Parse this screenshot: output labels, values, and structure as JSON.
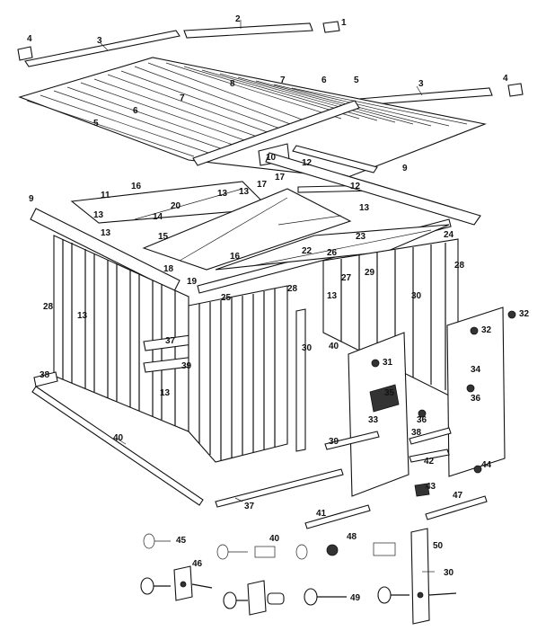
{
  "labels": [
    {
      "id": "l1",
      "text": "1"
    },
    {
      "id": "l2",
      "text": "2"
    },
    {
      "id": "l3a",
      "text": "3"
    },
    {
      "id": "l3b",
      "text": "3"
    },
    {
      "id": "l4a",
      "text": "4"
    },
    {
      "id": "l4b",
      "text": "4"
    },
    {
      "id": "l5a",
      "text": "5"
    },
    {
      "id": "l5b",
      "text": "5"
    },
    {
      "id": "l6a",
      "text": "6"
    },
    {
      "id": "l6b",
      "text": "6"
    },
    {
      "id": "l7a",
      "text": "7"
    },
    {
      "id": "l7b",
      "text": "7"
    },
    {
      "id": "l8",
      "text": "8"
    },
    {
      "id": "l9a",
      "text": "9"
    },
    {
      "id": "l9b",
      "text": "9"
    },
    {
      "id": "l10",
      "text": "10"
    },
    {
      "id": "l11",
      "text": "11"
    },
    {
      "id": "l12a",
      "text": "12"
    },
    {
      "id": "l12b",
      "text": "12"
    },
    {
      "id": "l13a",
      "text": "13"
    },
    {
      "id": "l13b",
      "text": "13"
    },
    {
      "id": "l13c",
      "text": "13"
    },
    {
      "id": "l13d",
      "text": "13"
    },
    {
      "id": "l13e",
      "text": "13"
    },
    {
      "id": "l13f",
      "text": "13"
    },
    {
      "id": "l13g",
      "text": "13"
    },
    {
      "id": "l13h",
      "text": "13"
    },
    {
      "id": "l14",
      "text": "14"
    },
    {
      "id": "l15",
      "text": "15"
    },
    {
      "id": "l16a",
      "text": "16"
    },
    {
      "id": "l16b",
      "text": "16"
    },
    {
      "id": "l17a",
      "text": "17"
    },
    {
      "id": "l17b",
      "text": "17"
    },
    {
      "id": "l18",
      "text": "18"
    },
    {
      "id": "l19",
      "text": "19"
    },
    {
      "id": "l20",
      "text": "20"
    },
    {
      "id": "l22",
      "text": "22"
    },
    {
      "id": "l23",
      "text": "23"
    },
    {
      "id": "l24",
      "text": "24"
    },
    {
      "id": "l25",
      "text": "25"
    },
    {
      "id": "l26",
      "text": "26"
    },
    {
      "id": "l27",
      "text": "27"
    },
    {
      "id": "l28a",
      "text": "28"
    },
    {
      "id": "l28b",
      "text": "28"
    },
    {
      "id": "l28c",
      "text": "28"
    },
    {
      "id": "l29",
      "text": "29"
    },
    {
      "id": "l30a",
      "text": "30"
    },
    {
      "id": "l30b",
      "text": "30"
    },
    {
      "id": "l30c",
      "text": "30"
    },
    {
      "id": "l31",
      "text": "31"
    },
    {
      "id": "l32a",
      "text": "32"
    },
    {
      "id": "l32b",
      "text": "32"
    },
    {
      "id": "l33",
      "text": "33"
    },
    {
      "id": "l34",
      "text": "34"
    },
    {
      "id": "l35",
      "text": "35"
    },
    {
      "id": "l36a",
      "text": "36"
    },
    {
      "id": "l36b",
      "text": "36"
    },
    {
      "id": "l37a",
      "text": "37"
    },
    {
      "id": "l37b",
      "text": "37"
    },
    {
      "id": "l38a",
      "text": "38"
    },
    {
      "id": "l38b",
      "text": "38"
    },
    {
      "id": "l39a",
      "text": "39"
    },
    {
      "id": "l39b",
      "text": "39"
    },
    {
      "id": "l40a",
      "text": "40"
    },
    {
      "id": "l40b",
      "text": "40"
    },
    {
      "id": "l40c",
      "text": "40"
    },
    {
      "id": "l41",
      "text": "41"
    },
    {
      "id": "l42",
      "text": "42"
    },
    {
      "id": "l43",
      "text": "43"
    },
    {
      "id": "l44",
      "text": "44"
    },
    {
      "id": "l45",
      "text": "45"
    },
    {
      "id": "l46",
      "text": "46"
    },
    {
      "id": "l47",
      "text": "47"
    },
    {
      "id": "l48",
      "text": "48"
    },
    {
      "id": "l49",
      "text": "49"
    },
    {
      "id": "l50",
      "text": "50"
    }
  ]
}
